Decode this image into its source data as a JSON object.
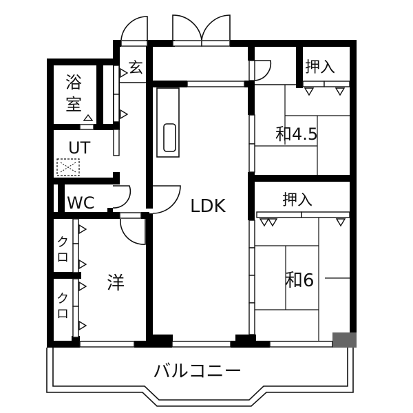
{
  "floor_plan": {
    "rooms": {
      "entrance": "玄",
      "bathroom_line1": "浴",
      "bathroom_line2": "室",
      "utility": "UT",
      "toilet": "WC",
      "ldk": "LDK",
      "washitsu_small": "和4.5",
      "closet_top": "押入",
      "closet_middle": "押入",
      "washitsu_large": "和6",
      "western_room": "洋",
      "closet_a_line1": "ク",
      "closet_a_line2": "ロ",
      "closet_b_line1": "ク",
      "closet_b_line2": "ロ",
      "balcony": "バルコニー"
    },
    "colors": {
      "wall": "#000000",
      "line": "#111111",
      "background": "#ffffff",
      "corner_grey": "#666666"
    }
  }
}
